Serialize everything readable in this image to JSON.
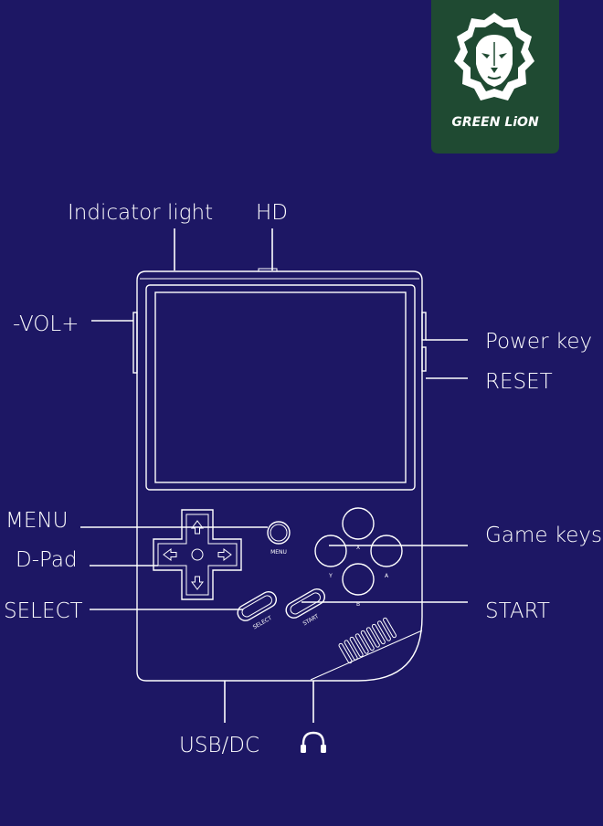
{
  "brand": {
    "name": "GREEN LiON",
    "bg_color": "#1f4a32",
    "icon": "lion-head-icon"
  },
  "colors": {
    "background": "#1d1764",
    "foreground": "#ffffff"
  },
  "labels": {
    "indicator_light": "Indicator light",
    "hd": "HD",
    "vol": "-VOL+",
    "power_key": "Power key",
    "reset": "RESET",
    "menu": "MENU",
    "dpad": "D-Pad",
    "select": "SELECT",
    "game_keys": "Game keys",
    "start": "START",
    "usb_dc": "USB/DC",
    "headphone_icon": "headphone-icon"
  },
  "device": {
    "menu_button_text": "MENU",
    "select_button_text": "SELECT",
    "start_button_text": "START",
    "key_x": "X",
    "key_y": "Y",
    "key_a": "A",
    "key_b": "B"
  }
}
